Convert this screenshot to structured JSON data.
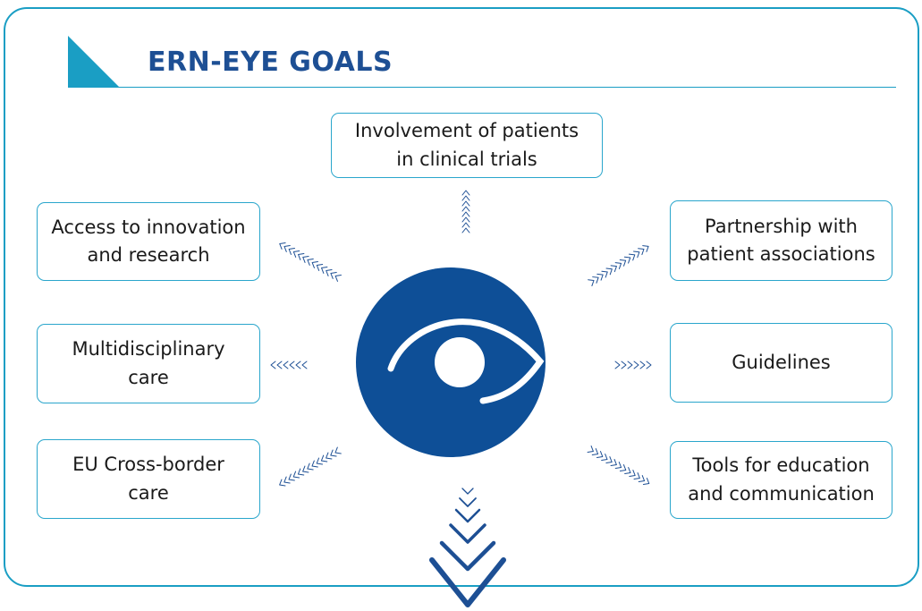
{
  "title": "ERN-EYE GOALS",
  "colors": {
    "frame": "#1a9ec4",
    "title": "#1d4f94",
    "circle": "#0e4f97",
    "eye": "#ffffff"
  },
  "center": {
    "icon": "eye-icon"
  },
  "goals": [
    {
      "id": "patients-trials",
      "line1": "Involvement of patients",
      "line2": "in clinical trials"
    },
    {
      "id": "innovation",
      "line1": "Access to innovation",
      "line2": "and research"
    },
    {
      "id": "associations",
      "line1": "Partnership with",
      "line2": "patient associations"
    },
    {
      "id": "multidisciplinary",
      "line1": "Multidisciplinary",
      "line2": "care"
    },
    {
      "id": "guidelines",
      "line1": "Guidelines",
      "line2": ""
    },
    {
      "id": "cross-border",
      "line1": "EU Cross-border",
      "line2": "care"
    },
    {
      "id": "education",
      "line1": "Tools for education",
      "line2": "and communication"
    }
  ]
}
